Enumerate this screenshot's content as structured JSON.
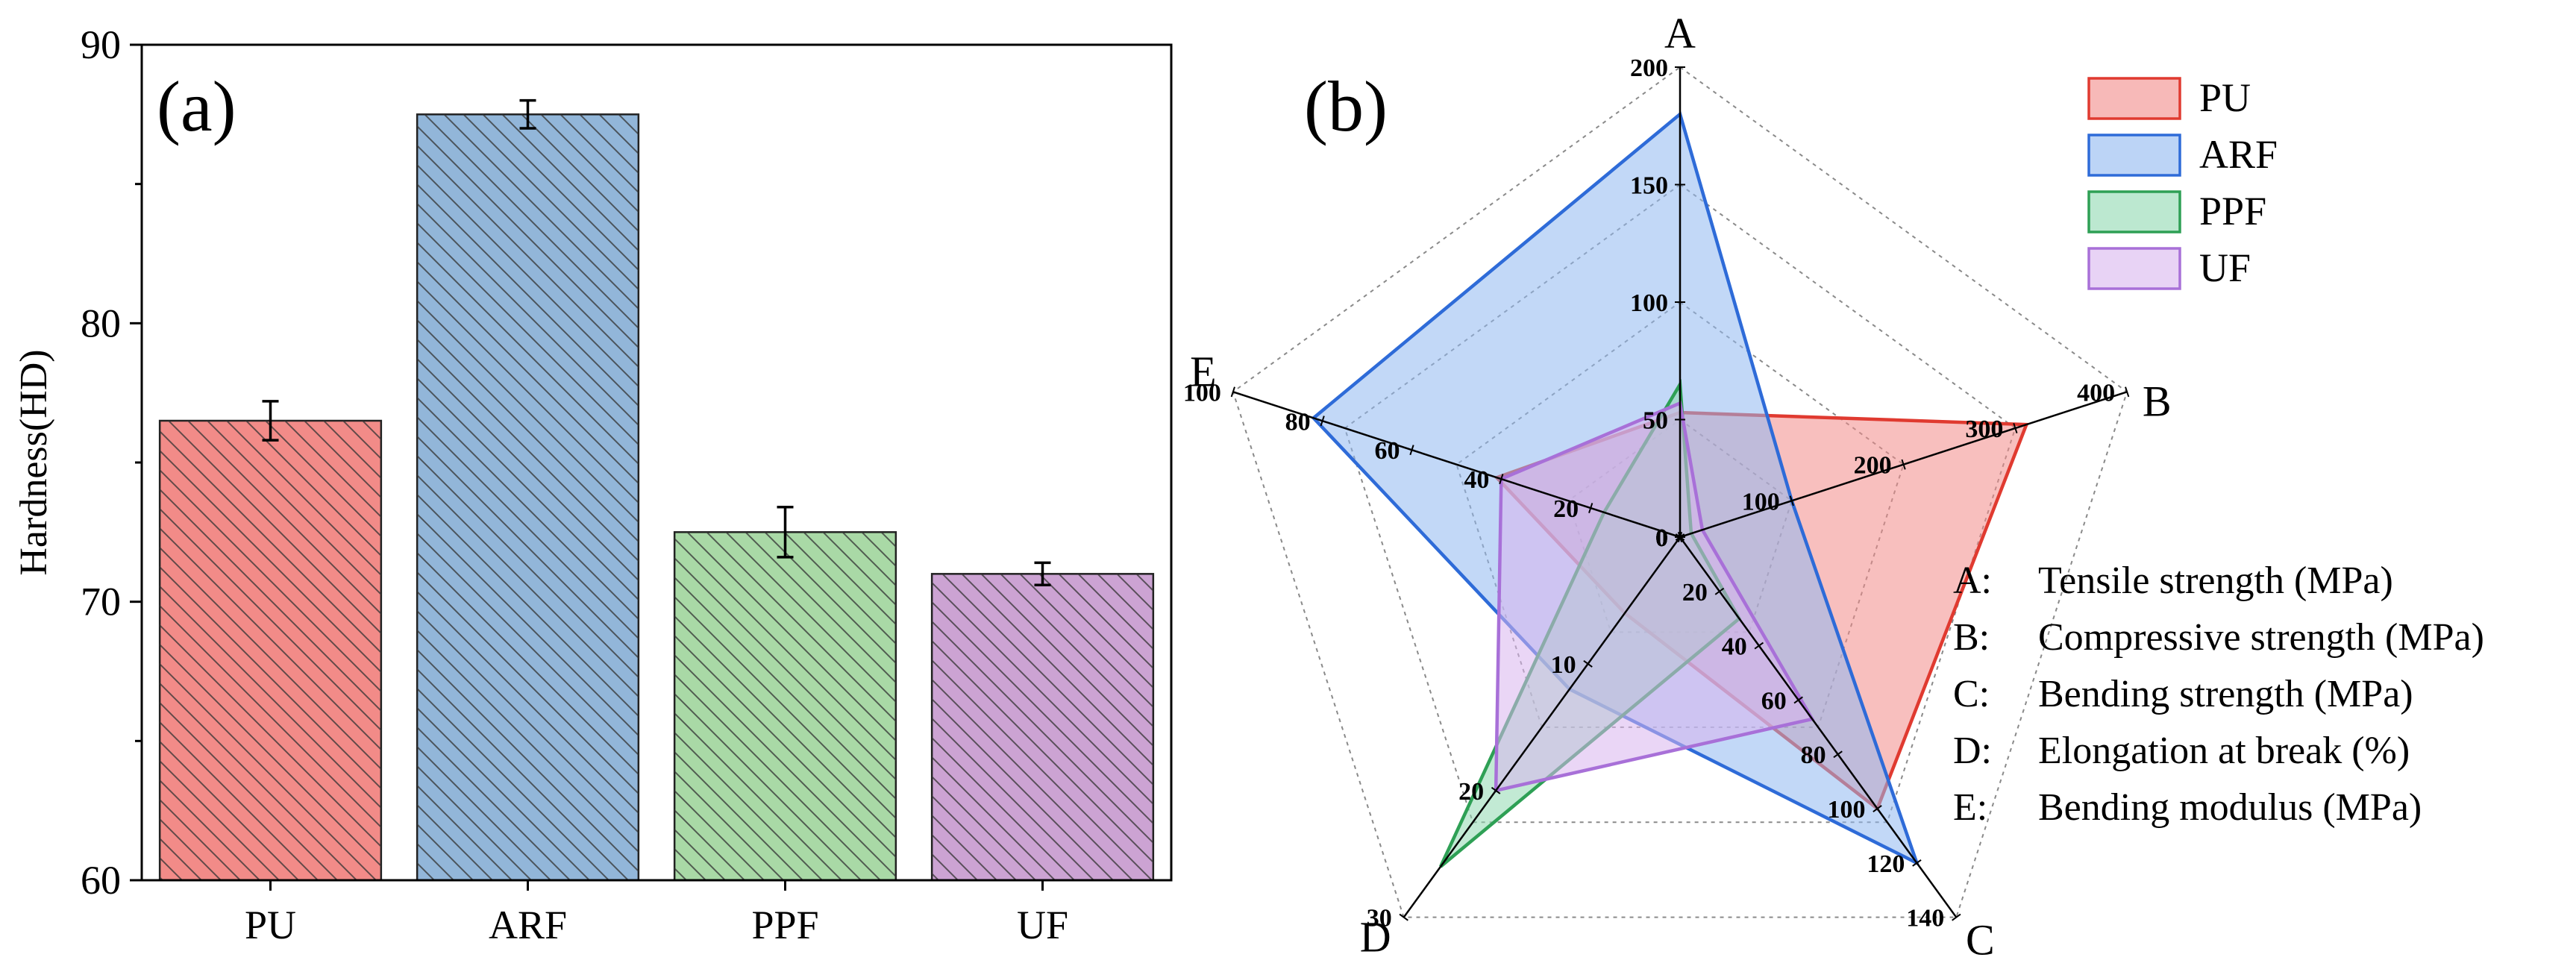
{
  "chart_data": [
    {
      "type": "bar",
      "panel_label": "(a)",
      "ylabel": "Hardness(HD)",
      "xlabel": "",
      "ylim": [
        60,
        90
      ],
      "yticks": [
        "60",
        "70",
        "80",
        "90"
      ],
      "categories": [
        "PU",
        "ARF",
        "PPF",
        "UF"
      ],
      "values": [
        76.5,
        87.5,
        72.5,
        71.0
      ],
      "errors": [
        0.7,
        0.5,
        0.9,
        0.4
      ],
      "colors": [
        "#F28B88",
        "#92B6D9",
        "#A9D9A6",
        "#CCA3D3"
      ],
      "grid": false,
      "hatch": true
    },
    {
      "type": "radar",
      "panel_label": "(b)",
      "axes": [
        {
          "letter": "A",
          "max": 200,
          "ticks": [
            "0",
            "50",
            "100",
            "150",
            "200"
          ]
        },
        {
          "letter": "B",
          "max": 400,
          "ticks": [
            "0",
            "100",
            "200",
            "300",
            "400"
          ]
        },
        {
          "letter": "C",
          "max": 140,
          "ticks": [
            "0",
            "20",
            "40",
            "60",
            "80",
            "100",
            "120",
            "140"
          ]
        },
        {
          "letter": "D",
          "max": 30,
          "ticks": [
            "0",
            "10",
            "20",
            "30"
          ]
        },
        {
          "letter": "E",
          "max": 100,
          "ticks": [
            "0",
            "20",
            "40",
            "60",
            "80",
            "100"
          ]
        }
      ],
      "series": [
        {
          "name": "PU",
          "values": [
            53,
            310,
            100,
            6,
            41
          ],
          "fill": "#F28B88",
          "stroke": "#E03A30"
        },
        {
          "name": "ARF",
          "values": [
            180,
            100,
            120,
            12,
            82
          ],
          "fill": "#8FB8F0",
          "stroke": "#2E6BD8"
        },
        {
          "name": "PPF",
          "values": [
            65,
            10,
            30,
            26,
            17
          ],
          "fill": "#8FD9B0",
          "stroke": "#2EA055"
        },
        {
          "name": "UF",
          "values": [
            57,
            20,
            67,
            20,
            40
          ],
          "fill": "#D9B5EF",
          "stroke": "#A870D8"
        }
      ],
      "legend_position": "top-right",
      "axis_descriptions": [
        {
          "letter": "A:",
          "text": "Tensile strength (MPa)"
        },
        {
          "letter": "B:",
          "text": "Compressive strength (MPa)"
        },
        {
          "letter": "C:",
          "text": "Bending strength (MPa)"
        },
        {
          "letter": "D:",
          "text": "Elongation at break (%)"
        },
        {
          "letter": "E:",
          "text": "Bending modulus (MPa)"
        }
      ]
    }
  ]
}
